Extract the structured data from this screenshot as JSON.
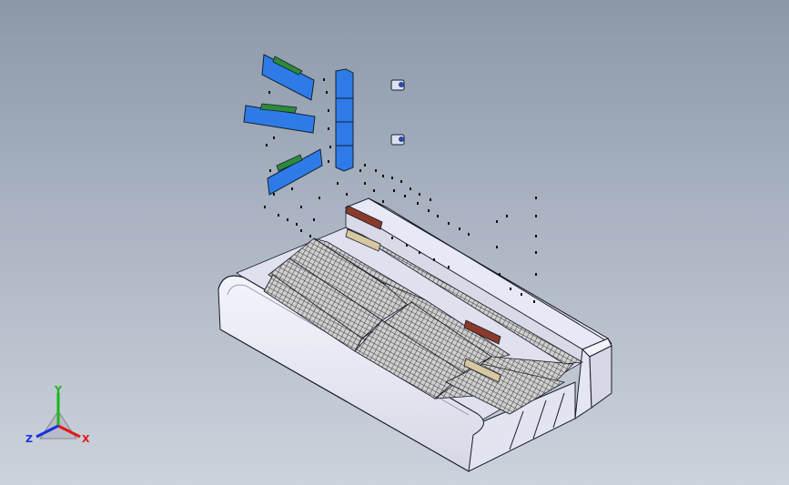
{
  "viewport": {
    "background_top": "#8c98a8",
    "background_bottom": "#ccd3dc"
  },
  "triad": {
    "x_label": "X",
    "y_label": "Y",
    "z_label": "Z",
    "x_color": "#e01818",
    "y_color": "#18b818",
    "z_color": "#1830e0"
  },
  "model": {
    "body_color": "#e6e8f4",
    "edge_color": "#1a1a2a",
    "mesh_color": "#3a3a3a",
    "bracket_color": "#2e7be8",
    "clip_color": "#2e8a3a",
    "handle_color": "#8a3a2a",
    "tab_color": "#d8c8a0"
  }
}
